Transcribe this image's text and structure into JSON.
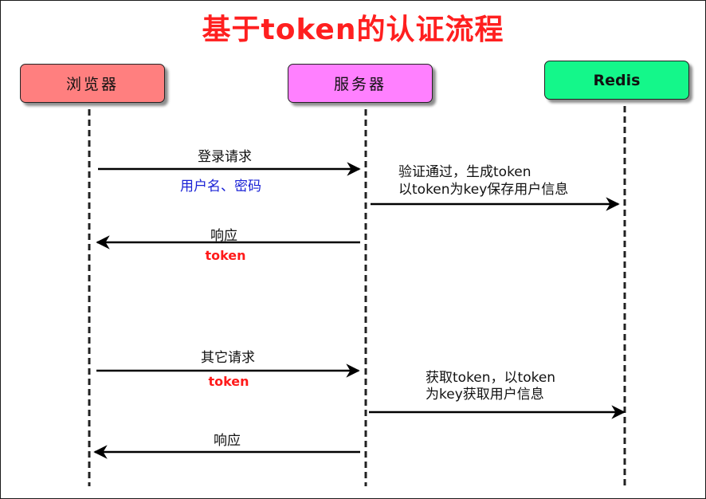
{
  "title": "基于token的认证流程",
  "actors": {
    "browser": "浏览器",
    "server": "服务器",
    "redis": "Redis"
  },
  "messages": {
    "login_request": "登录请求",
    "login_params": "用户名、密码",
    "response_1": "响应",
    "response_1_token": "token",
    "other_request": "其它请求",
    "other_request_token": "token",
    "response_2": "响应"
  },
  "notes": {
    "store_line1": "验证通过，生成token",
    "store_line2": "以token为key保存用户信息",
    "fetch_line1": "获取token，以token",
    "fetch_line2": "为key获取用户信息"
  },
  "colors": {
    "title": "#ff1f1f",
    "browser": "#ff7f7f",
    "server": "#ff80ff",
    "redis": "#14f78a",
    "param_text": "#1a22d6",
    "token_text": "#ff1a1a"
  }
}
